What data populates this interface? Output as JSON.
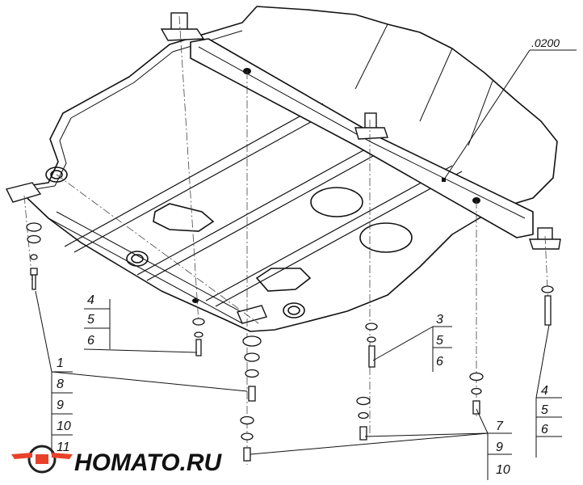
{
  "part_number": ".0200",
  "callout_groups": {
    "left_top": [
      "4",
      "5",
      "6"
    ],
    "left_bottom": [
      "1",
      "8",
      "9",
      "10",
      "11"
    ],
    "center_right": [
      "3",
      "5",
      "6"
    ],
    "bottom_right": [
      "7",
      "9",
      "10"
    ],
    "far_right": [
      "4",
      "5",
      "6"
    ]
  },
  "brand": {
    "name": "HOMATO.RU",
    "logo_primary": "#e8412a",
    "logo_secondary": "#222222"
  },
  "colors": {
    "line": "#111111",
    "paper": "#ffffff"
  }
}
